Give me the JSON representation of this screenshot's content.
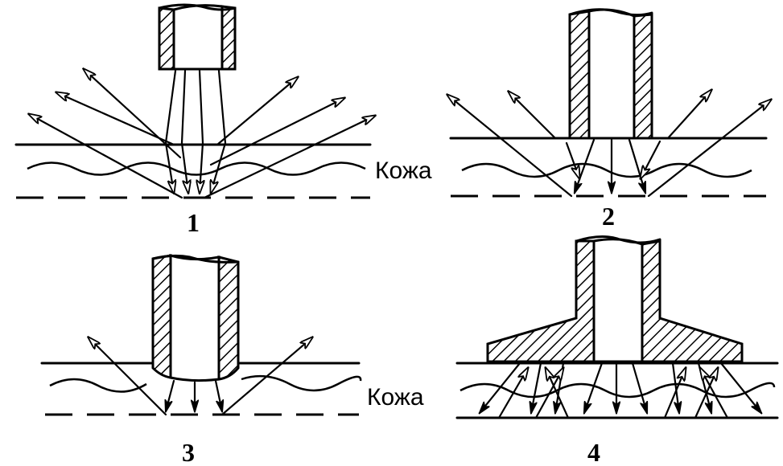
{
  "labels": {
    "skin_top": "Кожа",
    "skin_bottom": "Кожа"
  },
  "panels": [
    {
      "id": "1",
      "number": "1"
    },
    {
      "id": "2",
      "number": "2"
    },
    {
      "id": "3",
      "number": "3"
    },
    {
      "id": "4",
      "number": "4"
    }
  ]
}
